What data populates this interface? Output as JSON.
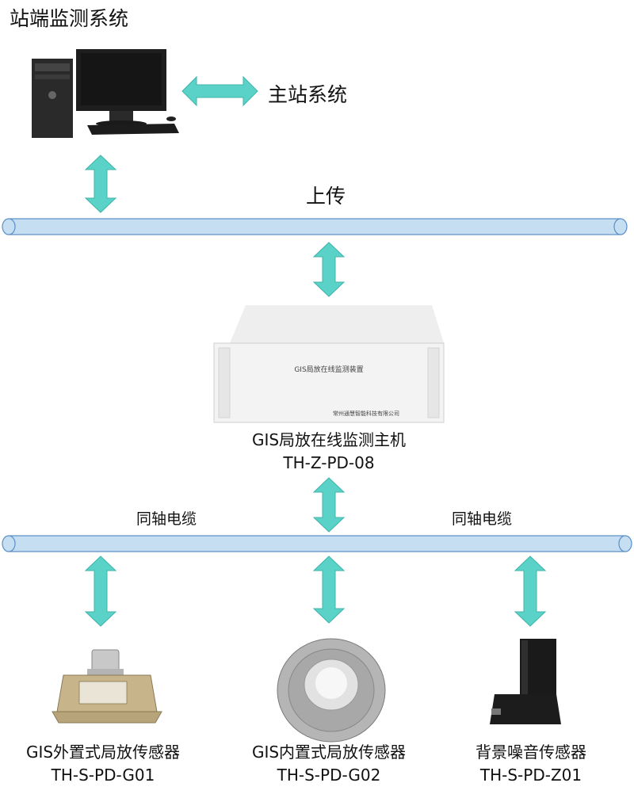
{
  "title": "站端监测系统",
  "main_station": "主站系统",
  "upload_label": "上传",
  "host": {
    "panel_title": "GIS局放在线监测装置",
    "panel_company": "常州通慧智能科技有限公司",
    "name": "GIS局放在线监测主机",
    "model": "TH-Z-PD-08"
  },
  "coax_left": "同轴电缆",
  "coax_right": "同轴电缆",
  "sensors": [
    {
      "name": "GIS外置式局放传感器",
      "model": "TH-S-PD-G01"
    },
    {
      "name": "GIS内置式局放传感器",
      "model": "TH-S-PD-G02"
    },
    {
      "name": "背景噪音传感器",
      "model": "TH-S-PD-Z01"
    }
  ],
  "colors": {
    "arrow": "#5bd2c8",
    "arrow_stroke": "#3fb4aa",
    "pipe": "#c5def2",
    "pipe_stroke": "#5a8fc6"
  }
}
